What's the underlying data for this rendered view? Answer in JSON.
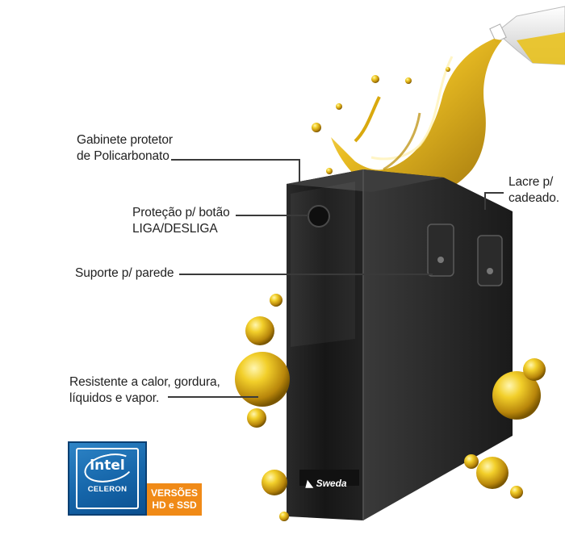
{
  "callouts": {
    "cabinet": {
      "line1": "Gabinete protetor",
      "line2": "de Policarbonato"
    },
    "button_protection": {
      "line1": "Proteção p/ botão",
      "line2": "LIGA/DESLIGA"
    },
    "wall_mount": {
      "line1": "Suporte p/ parede"
    },
    "resistant": {
      "line1": "Resistente a calor, gordura,",
      "line2": "líquidos e vapor."
    },
    "seal": {
      "line1": "Lacre p/",
      "line2": "cadeado."
    }
  },
  "badges": {
    "processor": {
      "brand": "intel",
      "model": "CELERON"
    },
    "versions": {
      "line1": "VERSÕES",
      "line2": "HD e SSD"
    }
  },
  "product": {
    "brand": "Sweda"
  },
  "colors": {
    "oil": "#e0b20e",
    "cabinet": "#1c1c1c",
    "intel_blue": "#1565a9",
    "versions_orange": "#f08a17"
  }
}
